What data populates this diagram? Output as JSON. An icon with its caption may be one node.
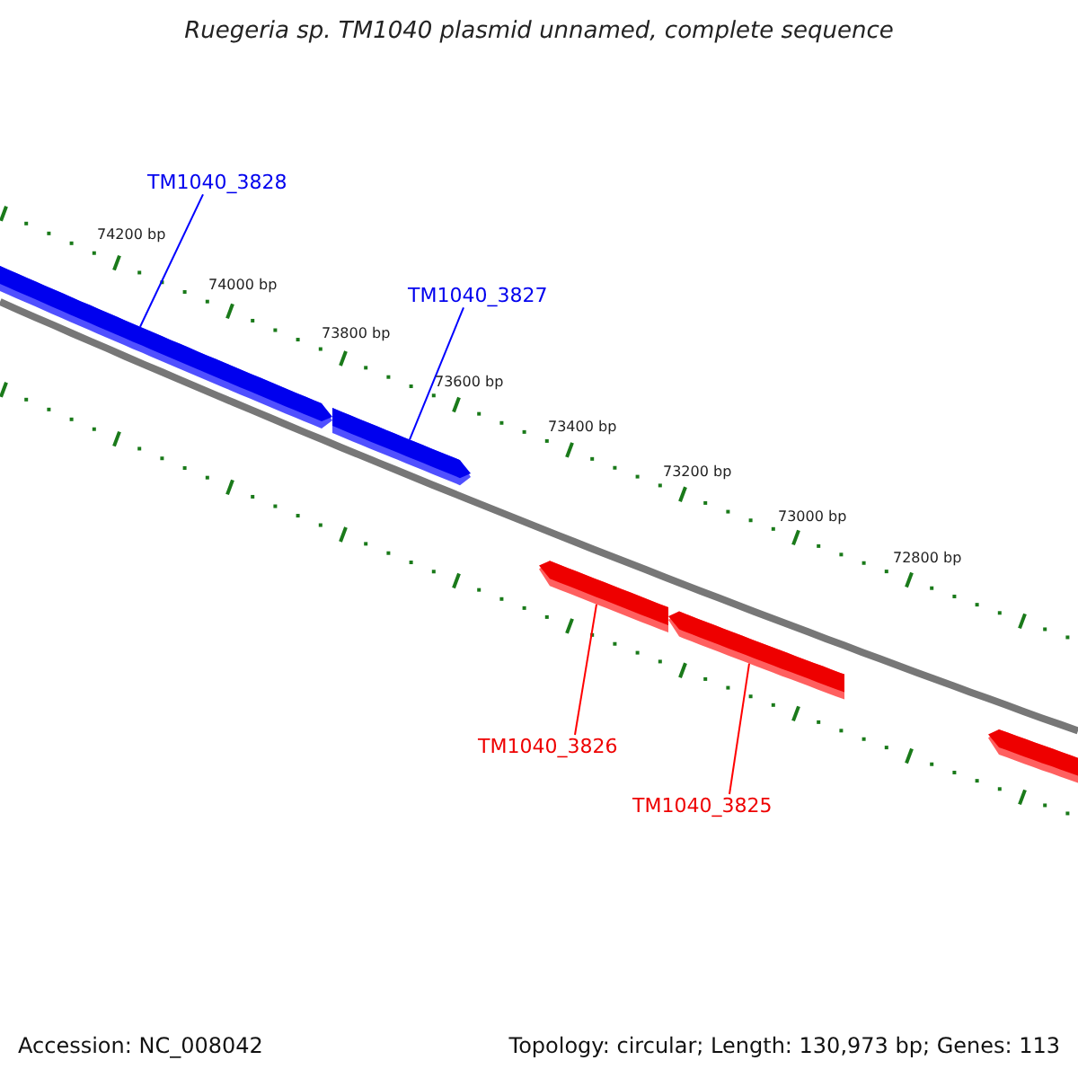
{
  "diagram": {
    "title": "Ruegeria sp. TM1040 plasmid unnamed, complete sequence",
    "nodes": [
      {
        "text": [
          "TM1040_3828"
        ]
      },
      {
        "text": [],
        "shape": "arrow"
      },
      {
        "text": [
          "TM1040_3827"
        ]
      },
      {
        "text": [],
        "shape": "arrow"
      },
      {
        "text": [
          "TM1040_3826"
        ]
      },
      {
        "text": [],
        "shape": "arrow"
      },
      {
        "text": [
          "TM1040_3825"
        ]
      },
      {
        "text": [],
        "shape": "arrow"
      },
      {
        "text": [],
        "shape": "arrow"
      }
    ],
    "edges": [
      {
        "from": 0,
        "to": 1,
        "arrow": "none",
        "color": "#0000ff"
      },
      {
        "from": 2,
        "to": 3,
        "arrow": "none",
        "color": "#0000ff"
      },
      {
        "from": 4,
        "to": 5,
        "arrow": "none",
        "color": "#ff0000"
      },
      {
        "from": 6,
        "to": 7,
        "arrow": "none",
        "color": "#ff0000"
      }
    ],
    "labels": [
      "74200 bp",
      "74000 bp",
      "73800 bp",
      "73600 bp",
      "73400 bp",
      "73200 bp",
      "73000 bp",
      "72800 bp",
      "Accession: NC_008042",
      "Topology: circular; Length: 130,973 bp; Genes: 113"
    ]
  }
}
